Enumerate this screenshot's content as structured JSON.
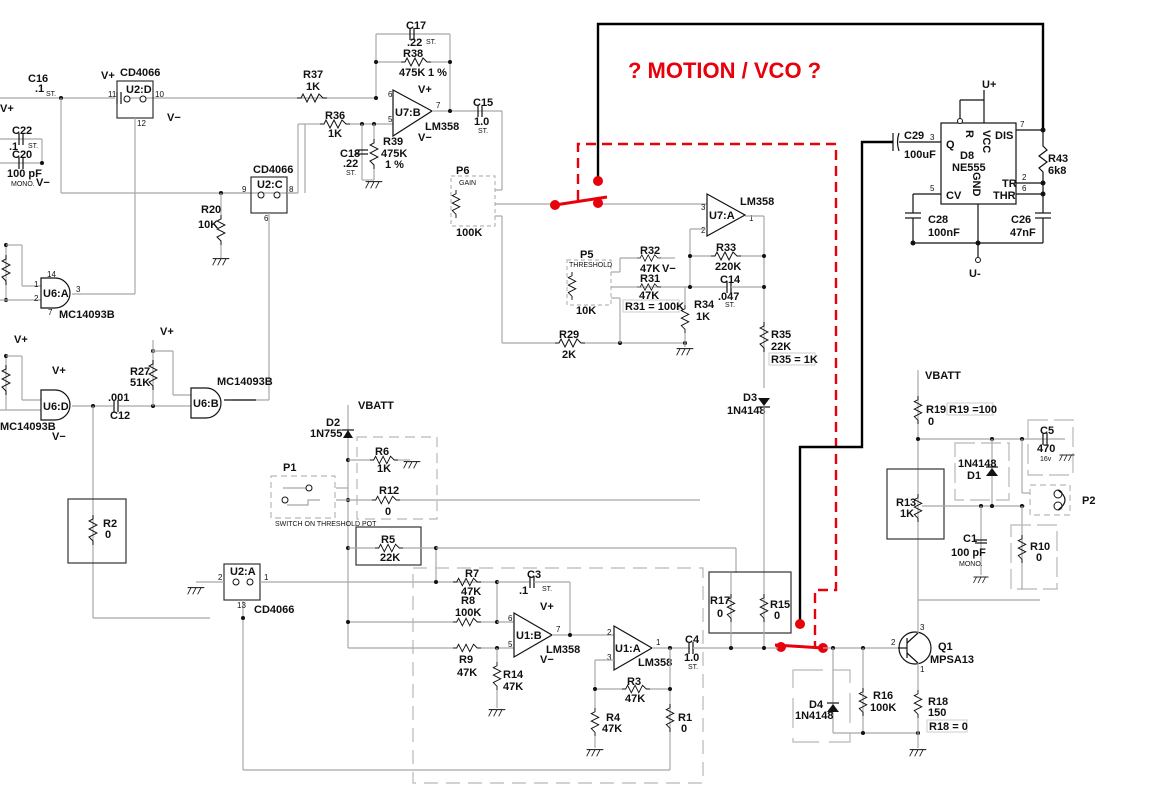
{
  "title": "? MOTION / VCO ?",
  "colors": {
    "annotation": "#e8000b",
    "wire": "#a8a8a8",
    "ink": "#111111"
  },
  "power": {
    "vplus": "V+",
    "vminus": "V−",
    "vbatt": "VBATT",
    "uplus": "U+",
    "uminus": "U-"
  },
  "components": {
    "c16": {
      "ref": "C16",
      "value": ".1",
      "note": "ST."
    },
    "c22": {
      "ref": "C22",
      "value": ".1",
      "note": "ST."
    },
    "c20": {
      "ref": "C20",
      "value": "100 pF",
      "note": "MONO."
    },
    "u2d": {
      "ref": "U2:D",
      "part": "CD4066"
    },
    "u2c": {
      "ref": "U2:C",
      "part": "CD4066"
    },
    "u2a": {
      "ref": "U2:A",
      "part": "CD4066"
    },
    "r37": {
      "ref": "R37",
      "value": "1K"
    },
    "r36": {
      "ref": "R36",
      "value": "1K"
    },
    "c17": {
      "ref": "C17",
      "value": ".22",
      "note": "ST."
    },
    "r38": {
      "ref": "R38",
      "value": "475K",
      "tol": "1 %"
    },
    "u7b": {
      "ref": "U7:B",
      "part": "LM358"
    },
    "c18": {
      "ref": "C18",
      "value": ".22",
      "note": "ST."
    },
    "r39": {
      "ref": "R39",
      "value": "475K",
      "tol": "1 %"
    },
    "c15": {
      "ref": "C15",
      "value": "1.0",
      "note": "ST."
    },
    "r20": {
      "ref": "R20",
      "value": "10K"
    },
    "p6": {
      "ref": "P6",
      "value": "100K",
      "name": "GAIN"
    },
    "u7a": {
      "ref": "U7:A",
      "part": "LM358"
    },
    "p5": {
      "ref": "P5",
      "value": "10K",
      "name": "THRESHOLD"
    },
    "r32": {
      "ref": "R32",
      "value": "47K"
    },
    "r31": {
      "ref": "R31",
      "value": "47K",
      "mod": "R31 = 100K"
    },
    "r33": {
      "ref": "R33",
      "value": "220K"
    },
    "c14": {
      "ref": "C14",
      "value": ".047",
      "note": "ST."
    },
    "r34": {
      "ref": "R34",
      "value": "1K"
    },
    "r29": {
      "ref": "R29",
      "value": "2K"
    },
    "r35": {
      "ref": "R35",
      "value": "22K",
      "mod": "R35 = 1K"
    },
    "d3": {
      "ref": "D3",
      "value": "1N4148"
    },
    "u6a": {
      "ref": "U6:A",
      "part": "MC14093B"
    },
    "u6d": {
      "ref": "U6:D",
      "part": "MC14093B"
    },
    "u6b": {
      "ref": "U6:B",
      "part": "MC14093B"
    },
    "r27": {
      "ref": "R27",
      "value": "51K"
    },
    "c12": {
      "ref": "C12",
      "value": ".001"
    },
    "r2": {
      "ref": "R2",
      "value": "0"
    },
    "d2": {
      "ref": "D2",
      "value": "1N755"
    },
    "r6": {
      "ref": "R6",
      "value": "1K"
    },
    "r12": {
      "ref": "R12",
      "value": "0"
    },
    "p1": {
      "ref": "P1",
      "note": "SWITCH ON THRESHOLD POT"
    },
    "r5": {
      "ref": "R5",
      "value": "22K"
    },
    "r7": {
      "ref": "R7",
      "value": "47K"
    },
    "r8": {
      "ref": "R8",
      "value": "100K"
    },
    "r9": {
      "ref": "R9",
      "value": "47K"
    },
    "c3": {
      "ref": "C3",
      "value": ".1",
      "note": "ST."
    },
    "u1b": {
      "ref": "U1:B",
      "part": "LM358"
    },
    "u1a": {
      "ref": "U1:A",
      "part": "LM358"
    },
    "r14": {
      "ref": "R14",
      "value": "47K"
    },
    "r3": {
      "ref": "R3",
      "value": "47K"
    },
    "r4": {
      "ref": "R4",
      "value": "47K"
    },
    "r1": {
      "ref": "R1",
      "value": "0"
    },
    "c4": {
      "ref": "C4",
      "value": "1.0",
      "note": "ST."
    },
    "r17": {
      "ref": "R17",
      "value": "0"
    },
    "r15": {
      "ref": "R15",
      "value": "0"
    },
    "d4": {
      "ref": "D4",
      "value": "1N4148"
    },
    "r16": {
      "ref": "R16",
      "value": "100K"
    },
    "q1": {
      "ref": "Q1",
      "part": "MPSA13"
    },
    "r18": {
      "ref": "R18",
      "value": "150",
      "mod": "R18 = 0"
    },
    "r19": {
      "ref": "R19",
      "value": "0",
      "mod": "R19 =100"
    },
    "c5": {
      "ref": "C5",
      "value": "470",
      "note": "16v"
    },
    "d1": {
      "ref": "D1",
      "value": "1N4148"
    },
    "r13": {
      "ref": "R13",
      "value": "1K"
    },
    "c1": {
      "ref": "C1",
      "value": "100 pF",
      "note": "MONO."
    },
    "r10": {
      "ref": "R10",
      "value": "0"
    },
    "p2": {
      "ref": "P2"
    },
    "c29": {
      "ref": "C29",
      "value": "100uF"
    },
    "d8": {
      "ref": "D8",
      "part": "NE555"
    },
    "r43": {
      "ref": "R43",
      "value": "6k8"
    },
    "c28": {
      "ref": "C28",
      "value": "100nF"
    },
    "c26": {
      "ref": "C26",
      "value": "47nF"
    }
  },
  "ne555_pins": {
    "q": "Q",
    "r": "R",
    "vcc": "VCC",
    "dis": "DIS",
    "gnd": "GND",
    "tr": "TR",
    "thr": "THR",
    "cv": "CV"
  }
}
